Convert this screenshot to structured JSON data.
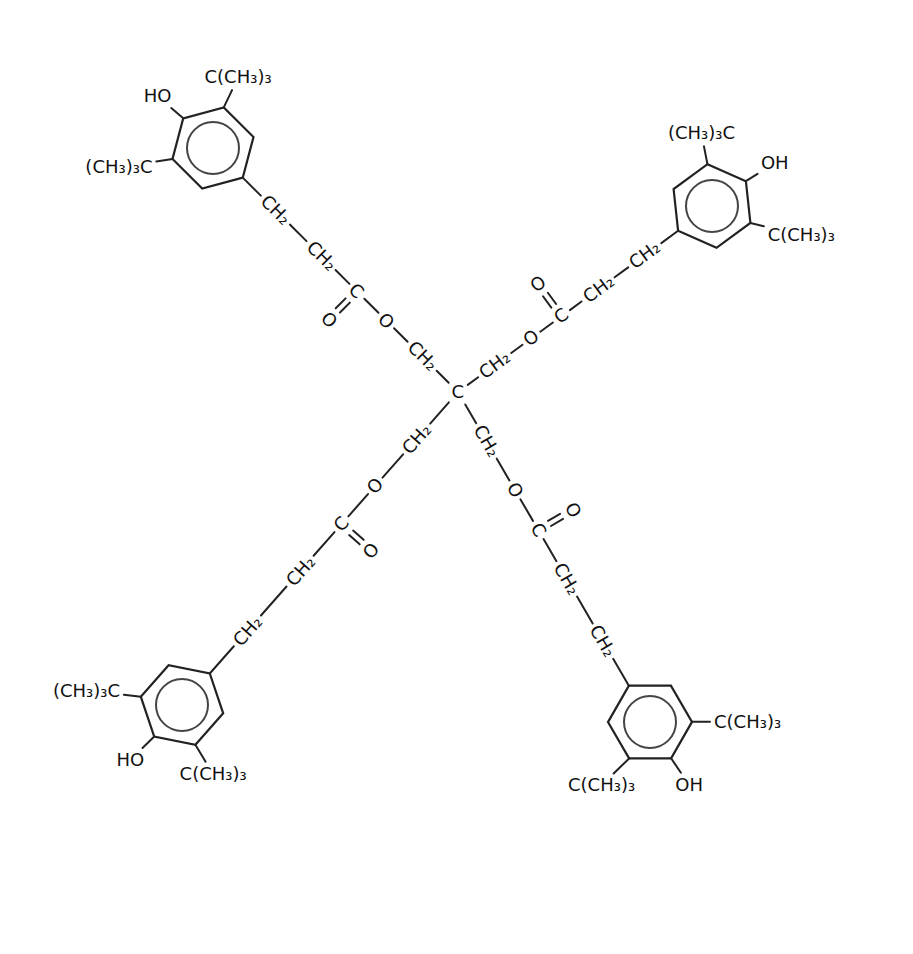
{
  "diagram": {
    "labels": [
      "CH₂",
      "CH₂",
      "C",
      "O",
      "CH₂",
      "O",
      "HO",
      "(CH₃)₃C",
      "C(CH₃)₃",
      "CH₂",
      "CH₂",
      "C",
      "O",
      "CH₂",
      "O",
      "OH",
      "(CH₃)₃C",
      "C(CH₃)₃",
      "CH₂",
      "CH₂",
      "C",
      "O",
      "CH₂",
      "O",
      "HO",
      "C(CH₃)₃",
      "(CH₃)₃C",
      "CH₂",
      "CH₂",
      "C",
      "O",
      "CH₂",
      "O",
      "OH",
      "C(CH₃)₃",
      "C(CH₃)₃",
      "C"
    ]
  }
}
